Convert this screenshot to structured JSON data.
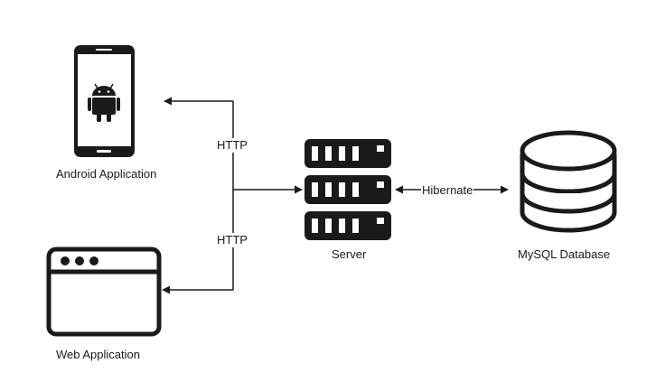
{
  "nodes": {
    "android": {
      "label": "Android Application",
      "icon": "android-phone-icon"
    },
    "web": {
      "label": "Web Application",
      "icon": "browser-window-icon"
    },
    "server": {
      "label": "Server",
      "icon": "server-rack-icon"
    },
    "database": {
      "label": "MySQL Database",
      "icon": "database-icon"
    }
  },
  "edges": {
    "android_http": {
      "label": "HTTP"
    },
    "web_http": {
      "label": "HTTP"
    },
    "server_db": {
      "label": "Hibernate"
    }
  },
  "colors": {
    "stroke": "#1a1a1a",
    "android_green": "#1a1a1a",
    "background": "#ffffff"
  }
}
